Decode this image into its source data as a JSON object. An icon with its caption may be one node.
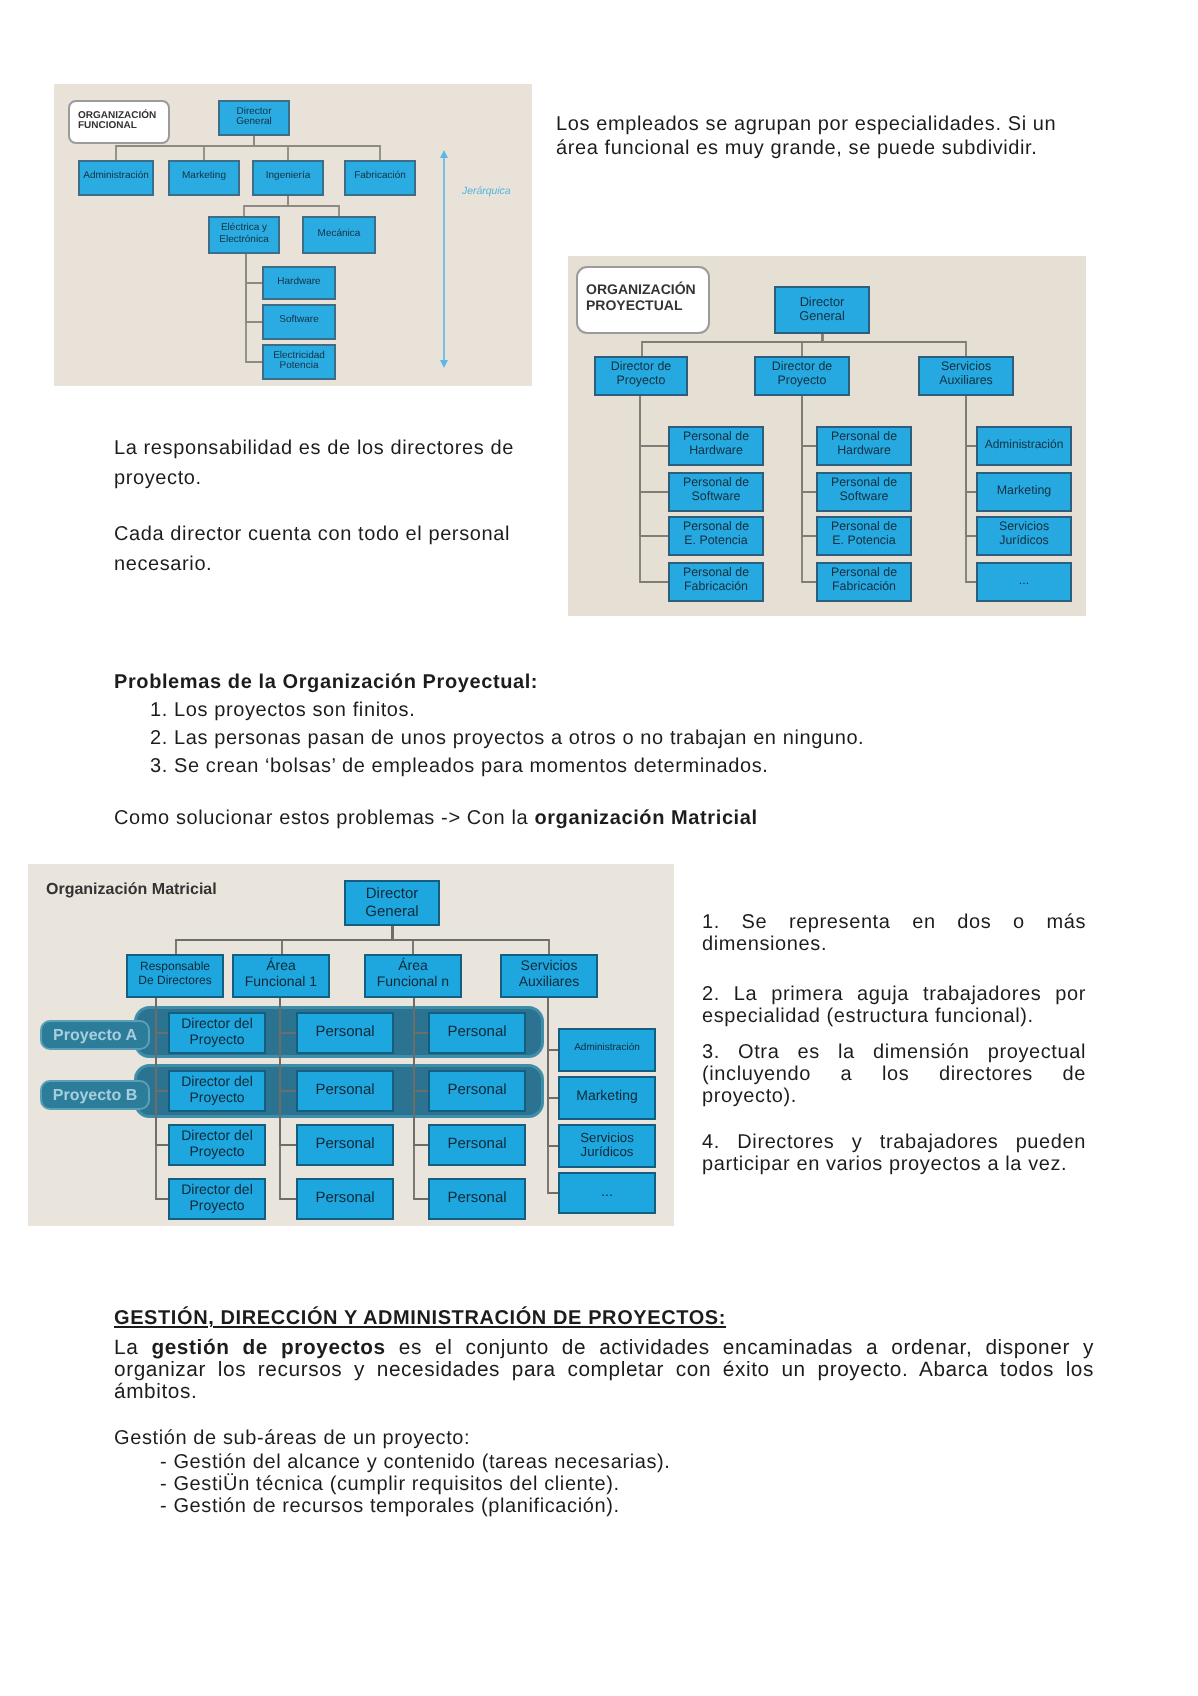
{
  "diagram": {
    "nodes": [
      {
        "text": [
          "ORGANIZACIÓN FUNCIONAL"
        ]
      },
      {
        "text": [
          "Director General"
        ]
      },
      {
        "text": [
          "Administración"
        ]
      },
      {
        "text": [
          "Marketing"
        ]
      },
      {
        "text": [
          "Ingeniería"
        ]
      },
      {
        "text": [
          "Fabricación"
        ]
      },
      {
        "text": [
          "Eléctrica y Electrónica"
        ]
      },
      {
        "text": [
          "Mecánica"
        ]
      },
      {
        "text": [
          "Hardware"
        ]
      },
      {
        "text": [
          "Software"
        ]
      },
      {
        "text": [
          "Electricidad Potencia"
        ]
      },
      {
        "text": [
          "ORGANIZACIÓN PROYECTUAL"
        ]
      },
      {
        "text": [
          "Director General"
        ]
      },
      {
        "text": [
          "Director de Proyecto"
        ]
      },
      {
        "text": [
          "Director de Proyecto"
        ]
      },
      {
        "text": [
          "Servicios Auxiliares"
        ]
      },
      {
        "text": [
          "Personal de Hardware"
        ]
      },
      {
        "text": [
          "Personal de Software"
        ]
      },
      {
        "text": [
          "Personal de E. Potencia"
        ]
      },
      {
        "text": [
          "Personal de Fabricación"
        ]
      },
      {
        "text": [
          "Personal de Hardware"
        ]
      },
      {
        "text": [
          "Personal de Software"
        ]
      },
      {
        "text": [
          "Personal de E. Potencia"
        ]
      },
      {
        "text": [
          "Personal de Fabricación"
        ]
      },
      {
        "text": [
          "Administración"
        ]
      },
      {
        "text": [
          "Marketing"
        ]
      },
      {
        "text": [
          "Servicios Jurídicos"
        ]
      },
      {
        "text": [
          "..."
        ]
      },
      {
        "text": [
          "Director General"
        ]
      },
      {
        "text": [
          "Responsable De Directores"
        ]
      },
      {
        "text": [
          "Área Funcional 1"
        ]
      },
      {
        "text": [
          "Área Funcional n"
        ]
      },
      {
        "text": [
          "Servicios Auxiliares"
        ]
      },
      {
        "text": [
          "Proyecto A"
        ]
      },
      {
        "text": [
          "Director del Proyecto"
        ],
        "in": 33
      },
      {
        "text": [
          "Personal"
        ],
        "in": 33
      },
      {
        "text": [
          "Personal"
        ],
        "in": 33
      },
      {
        "text": [
          "Proyecto B"
        ]
      },
      {
        "text": [
          "Director del Proyecto"
        ],
        "in": 37
      },
      {
        "text": [
          "Personal"
        ],
        "in": 37
      },
      {
        "text": [
          "Personal"
        ],
        "in": 37
      },
      {
        "text": [
          "Director del Proyecto"
        ]
      },
      {
        "text": [
          "Personal"
        ]
      },
      {
        "text": [
          "Personal"
        ]
      },
      {
        "text": [
          "Director del Proyecto"
        ]
      },
      {
        "text": [
          "Personal"
        ]
      },
      {
        "text": [
          "Personal"
        ]
      },
      {
        "text": [
          "Administración"
        ]
      },
      {
        "text": [
          "Marketing"
        ]
      },
      {
        "text": [
          "Servicios Jurídicos"
        ]
      },
      {
        "text": [
          "..."
        ]
      }
    ],
    "edges": [
      {
        "from": 1,
        "to": 2,
        "arrow": "none"
      },
      {
        "from": 1,
        "to": 3,
        "arrow": "none"
      },
      {
        "from": 1,
        "to": 4,
        "arrow": "none"
      },
      {
        "from": 1,
        "to": 5,
        "arrow": "none"
      },
      {
        "from": 4,
        "to": 6,
        "arrow": "none"
      },
      {
        "from": 4,
        "to": 7,
        "arrow": "none"
      },
      {
        "from": 6,
        "to": 8,
        "arrow": "none"
      },
      {
        "from": 6,
        "to": 9,
        "arrow": "none"
      },
      {
        "from": 6,
        "to": 10,
        "arrow": "none"
      },
      {
        "from": 12,
        "to": 13,
        "arrow": "none"
      },
      {
        "from": 12,
        "to": 14,
        "arrow": "none"
      },
      {
        "from": 12,
        "to": 15,
        "arrow": "none"
      },
      {
        "from": 13,
        "to": 16,
        "arrow": "none"
      },
      {
        "from": 13,
        "to": 17,
        "arrow": "none"
      },
      {
        "from": 13,
        "to": 18,
        "arrow": "none"
      },
      {
        "from": 13,
        "to": 19,
        "arrow": "none"
      },
      {
        "from": 14,
        "to": 20,
        "arrow": "none"
      },
      {
        "from": 14,
        "to": 21,
        "arrow": "none"
      },
      {
        "from": 14,
        "to": 22,
        "arrow": "none"
      },
      {
        "from": 14,
        "to": 23,
        "arrow": "none"
      },
      {
        "from": 15,
        "to": 24,
        "arrow": "none"
      },
      {
        "from": 15,
        "to": 25,
        "arrow": "none"
      },
      {
        "from": 15,
        "to": 26,
        "arrow": "none"
      },
      {
        "from": 15,
        "to": 27,
        "arrow": "none"
      },
      {
        "from": 28,
        "to": 29,
        "arrow": "none"
      },
      {
        "from": 28,
        "to": 30,
        "arrow": "none"
      },
      {
        "from": 28,
        "to": 31,
        "arrow": "none"
      },
      {
        "from": 28,
        "to": 32,
        "arrow": "none"
      },
      {
        "from": 29,
        "to": 34,
        "arrow": "none"
      },
      {
        "from": 29,
        "to": 38,
        "arrow": "none"
      },
      {
        "from": 29,
        "to": 41,
        "arrow": "none"
      },
      {
        "from": 29,
        "to": 44,
        "arrow": "none"
      },
      {
        "from": 30,
        "to": 35,
        "arrow": "none"
      },
      {
        "from": 30,
        "to": 39,
        "arrow": "none"
      },
      {
        "from": 30,
        "to": 42,
        "arrow": "none"
      },
      {
        "from": 30,
        "to": 45,
        "arrow": "none"
      },
      {
        "from": 31,
        "to": 36,
        "arrow": "none"
      },
      {
        "from": 31,
        "to": 40,
        "arrow": "none"
      },
      {
        "from": 31,
        "to": 43,
        "arrow": "none"
      },
      {
        "from": 31,
        "to": 46,
        "arrow": "none"
      },
      {
        "from": 32,
        "to": 47,
        "arrow": "none"
      },
      {
        "from": 32,
        "to": 48,
        "arrow": "none"
      },
      {
        "from": 32,
        "to": 49,
        "arrow": "none"
      },
      {
        "from": 32,
        "to": 50,
        "arrow": "none"
      }
    ],
    "labels": [
      "Jerárquica",
      "Los empleados se agrupan por especialidades. Si un área funcional es muy grande, se puede subdividir.",
      "La responsabilidad es de los directores de proyecto.",
      "Cada director cuenta con todo el personal necesario.",
      "Problemas de la Organización Proyectual:",
      "1. Los proyectos son finitos.",
      "2. Las personas pasan de unos proyectos a otros o no trabajan en ninguno.",
      "3. Se crean ‘bolsas’ de empleados para momentos determinados.",
      "Como solucionar estos problemas -> Con la **organización Matricial**",
      "Organización Matricial",
      "1. Se representa en dos o más dimensiones.",
      "2. La primera aguja trabajadores por especialidad (estructura funcional).",
      "3. Otra es la dimensión proyectual (incluyendo a los directores de proyecto).",
      "4. Directores y trabajadores pueden participar en varios proyectos a la vez.",
      "GESTIÓN, DIRECCIÓN Y ADMINISTRACIÓN DE PROYECTOS:",
      "La **gestión de proyectos** es el conjunto de actividades encaminadas a ordenar, disponer y organizar los recursos y necesidades para completar con éxito un proyecto. Abarca todos los ámbitos.",
      "Gestión de sub-áreas de un proyecto:",
      "- Gestión del alcance y contenido (tareas necesarias).",
      "- GestiÜn técnica (cumplir requisitos del cliente).",
      "- Gestión de recursos temporales (planificación)."
    ]
  }
}
